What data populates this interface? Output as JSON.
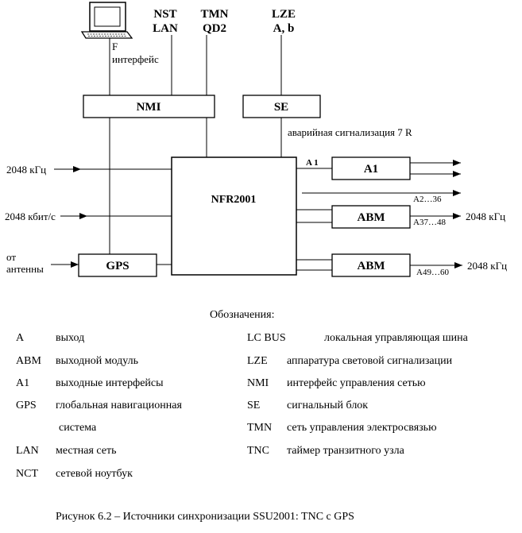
{
  "diagram": {
    "top_labels": {
      "nst": "NST",
      "lan": "LAN",
      "tmn": "TMN",
      "qd2": "QD2",
      "lze": "LZE",
      "ab": "A, b"
    },
    "f_label": "F",
    "f_interface": "интерфейс",
    "blocks": {
      "nmi": "NMI",
      "se": "SE",
      "nfr": "NFR2001",
      "gps": "GPS",
      "a1": "A1",
      "abm1": "ABM",
      "abm2": "ABM"
    },
    "alarm": "аварийная сигнализация 7 R",
    "inputs": {
      "khz": "2048 кГц",
      "kbit": "2048 кбит/с",
      "from": "от",
      "antenna": "антенны"
    },
    "outputs": {
      "a1_port": "A 1",
      "a2_36": "A2…36",
      "a37_48": "A37…48",
      "a49_60": "A49…60",
      "out1": "2048 кГц",
      "out2": "2048 кГц"
    }
  },
  "legend": {
    "title": "Обозначения:",
    "left": [
      {
        "abbr": "A",
        "desc": "выход"
      },
      {
        "abbr": "ABM",
        "desc": "выходной модуль"
      },
      {
        "abbr": "A1",
        "desc": "выходные интерфейсы"
      },
      {
        "abbr": "GPS",
        "desc": "глобальная навигационная"
      },
      {
        "abbr": "",
        "desc": "система"
      },
      {
        "abbr": "LAN",
        "desc": "местная сеть"
      },
      {
        "abbr": "NCT",
        "desc": "сетевой ноутбук"
      }
    ],
    "right": [
      {
        "abbr": "LC BUS",
        "desc": "локальная управляющая шина"
      },
      {
        "abbr": "LZE",
        "desc": "аппаратура световой сигнализации"
      },
      {
        "abbr": "NMI",
        "desc": "интерфейс управления сетью"
      },
      {
        "abbr": "SE",
        "desc": "сигнальный блок"
      },
      {
        "abbr": "TMN",
        "desc": "сеть управления электросвязью"
      },
      {
        "abbr": "TNC",
        "desc": "таймер транзитного узла"
      }
    ]
  },
  "caption": "Рисунок 6.2 – Источники синхронизации SSU2001: TNC с  GPS"
}
